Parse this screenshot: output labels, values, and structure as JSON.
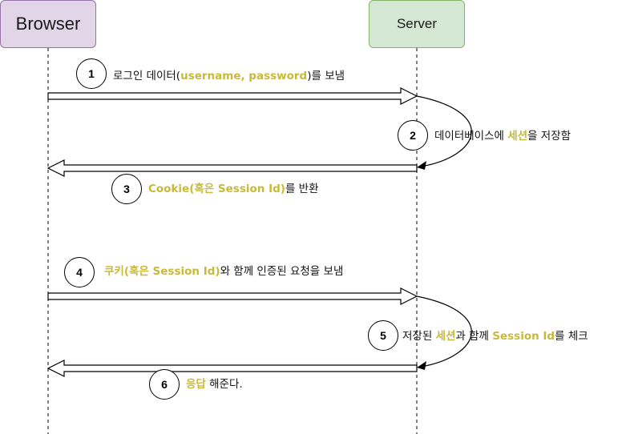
{
  "participants": {
    "browser": "Browser",
    "server": "Server"
  },
  "colors": {
    "highlight": "#c8b93a",
    "browser_fill": "#e1d5e7",
    "browser_border": "#9673a6",
    "server_fill": "#d5e8d4",
    "server_border": "#82b366"
  },
  "steps": [
    {
      "number": "1",
      "parts": [
        "로그인 데이터(",
        "username, password",
        ")를 보냄"
      ]
    },
    {
      "number": "2",
      "parts": [
        "데이터베이스에 ",
        "세션",
        "을 저장함"
      ]
    },
    {
      "number": "3",
      "parts": [
        "Cookie(혹은 Session Id)",
        "를 반환"
      ]
    },
    {
      "number": "4",
      "parts": [
        "쿠키(혹은 Session Id)",
        "와 함께 인증된 요청을 보냄"
      ]
    },
    {
      "number": "5",
      "parts": [
        "저장된 ",
        "세션",
        "과 함께 ",
        "Session Id",
        "를 체크"
      ]
    },
    {
      "number": "6",
      "parts": [
        "응답",
        " 해준다."
      ]
    }
  ]
}
